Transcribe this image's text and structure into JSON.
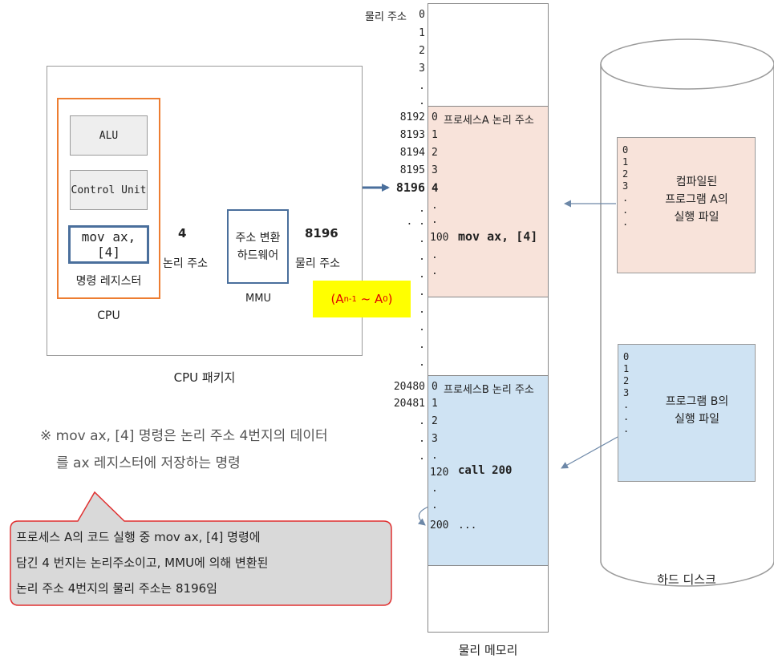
{
  "cpu_package": {
    "title": "CPU 패키지",
    "cpu": {
      "title": "CPU",
      "alu": "ALU",
      "control_unit": "Control Unit",
      "instruction_register": {
        "value": "mov ax, [4]",
        "label": "명령 레지스터"
      }
    },
    "logical_address": {
      "value": "4",
      "label": "논리 주소"
    },
    "mmu": {
      "line1": "주소 변환",
      "line2": "하드웨어",
      "label": "MMU"
    },
    "physical_address": {
      "value": "8196",
      "label": "물리 주소"
    }
  },
  "address_bits": {
    "prefix": "(A",
    "sub1": "n-1",
    "mid": " ~ A",
    "sub2": "0",
    "suffix": ")"
  },
  "physical_memory": {
    "title": "물리 메모리",
    "header_label": "물리 주소",
    "top_addresses": [
      "0",
      "1",
      "2",
      "3",
      ".",
      "."
    ],
    "process_a": {
      "title": "프로세스A 논리 주소",
      "phys_addresses": [
        "8192",
        "8193",
        "8194",
        "8195",
        "8196"
      ],
      "offsets": [
        "0",
        "1",
        "2",
        "3",
        "4"
      ],
      "instr_offset": "100",
      "instruction": "mov ax, [4]"
    },
    "process_b": {
      "title": "프로세스B 논리 주소",
      "phys_addresses": [
        "20480",
        "20481"
      ],
      "offsets": [
        "0",
        "1",
        "2",
        "3"
      ],
      "call_offset": "120",
      "call_instruction": "call 200",
      "target_offset": "200",
      "target_instruction": "..."
    }
  },
  "hard_disk": {
    "title": "하드 디스크",
    "file_a": {
      "lines": [
        "0",
        "1",
        "2",
        "3",
        ".",
        ".",
        "."
      ],
      "title_line1": "컴파일된",
      "title_line2": "프로그램 A의",
      "title_line3": "실행 파일"
    },
    "file_b": {
      "lines": [
        "0",
        "1",
        "2",
        "3",
        ".",
        ".",
        "."
      ],
      "title_line1": "프로그램 B의",
      "title_line2": "실행 파일"
    }
  },
  "note": {
    "line1": "※ mov ax, [4] 명령은 논리 주소 4번지의 데이터",
    "line2": "를 ax 레지스터에 저장하는 명령"
  },
  "callout": {
    "line1": "프로세스 A의 코드 실행 중 mov ax, [4] 명령에",
    "line2": "담긴 4 번지는 논리주소이고, MMU에 의해 변환된",
    "line3": "논리 주소 4번지의 물리 주소는 8196임"
  },
  "colors": {
    "arrow_blue": "#4a6f9c",
    "cpu_border_orange": "#ed7d31",
    "process_a_fill": "#f8e3da",
    "process_b_fill": "#cfe3f3",
    "highlight_yellow": "#ffff00",
    "highlight_text_red": "#e00000",
    "callout_border_red": "#e03030",
    "callout_fill": "#d9d9d9"
  }
}
